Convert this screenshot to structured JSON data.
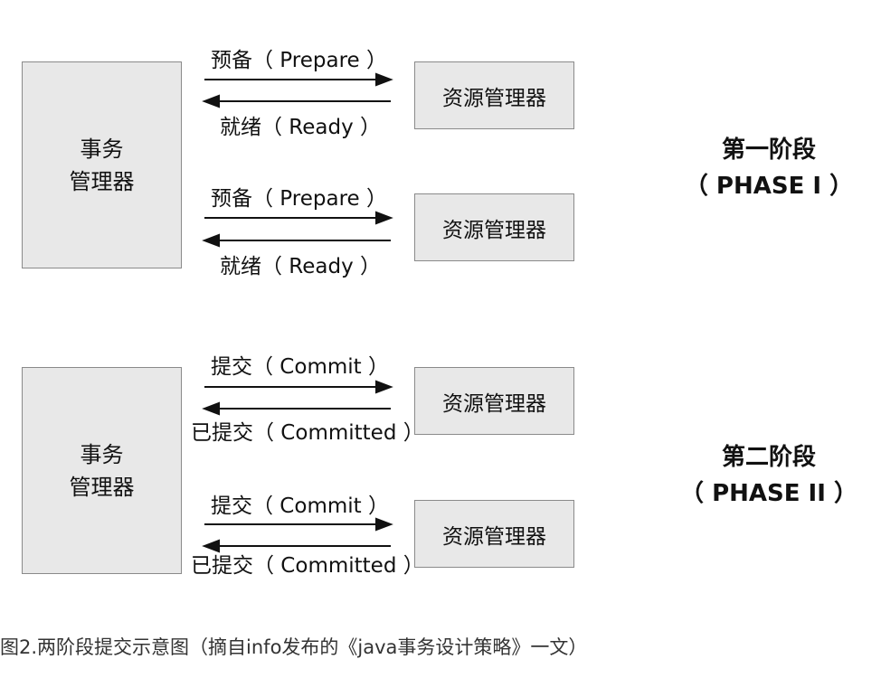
{
  "group1": {
    "tm_line1": "事务",
    "tm_line2": "管理器",
    "rm1": "资源管理器",
    "rm2": "资源管理器",
    "req1": "预备（ Prepare ）",
    "resp1": "就绪（ Ready ）",
    "req2": "预备（ Prepare ）",
    "resp2": "就绪（ Ready ）",
    "phase_title": "第一阶段",
    "phase_sub": "（ PHASE I ）"
  },
  "group2": {
    "tm_line1": "事务",
    "tm_line2": "管理器",
    "rm1": "资源管理器",
    "rm2": "资源管理器",
    "req1": "提交（ Commit ）",
    "resp1": "已提交（ Committed ）",
    "req2": "提交（ Commit ）",
    "resp2": "已提交（ Committed ）",
    "phase_title": "第二阶段",
    "phase_sub": "（ PHASE II ）"
  },
  "caption": "图2.两阶段提交示意图（摘自info发布的《java事务设计策略》一文）"
}
